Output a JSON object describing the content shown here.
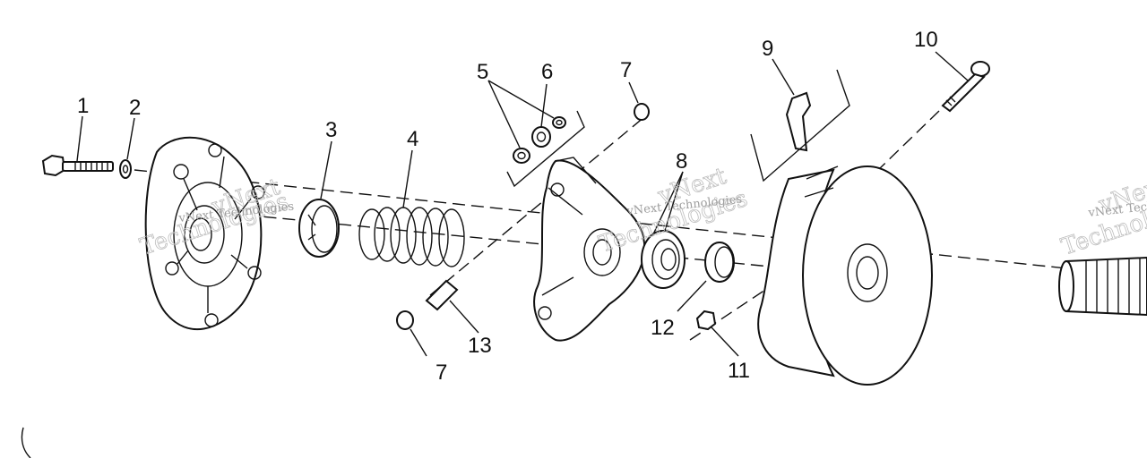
{
  "diagram": {
    "callouts": [
      "1",
      "2",
      "3",
      "4",
      "5",
      "6",
      "7",
      "7",
      "8",
      "9",
      "10",
      "11",
      "12",
      "13"
    ],
    "watermark": {
      "brand": "vNext",
      "company": "Technologies",
      "full": "vNext Technologies"
    }
  }
}
